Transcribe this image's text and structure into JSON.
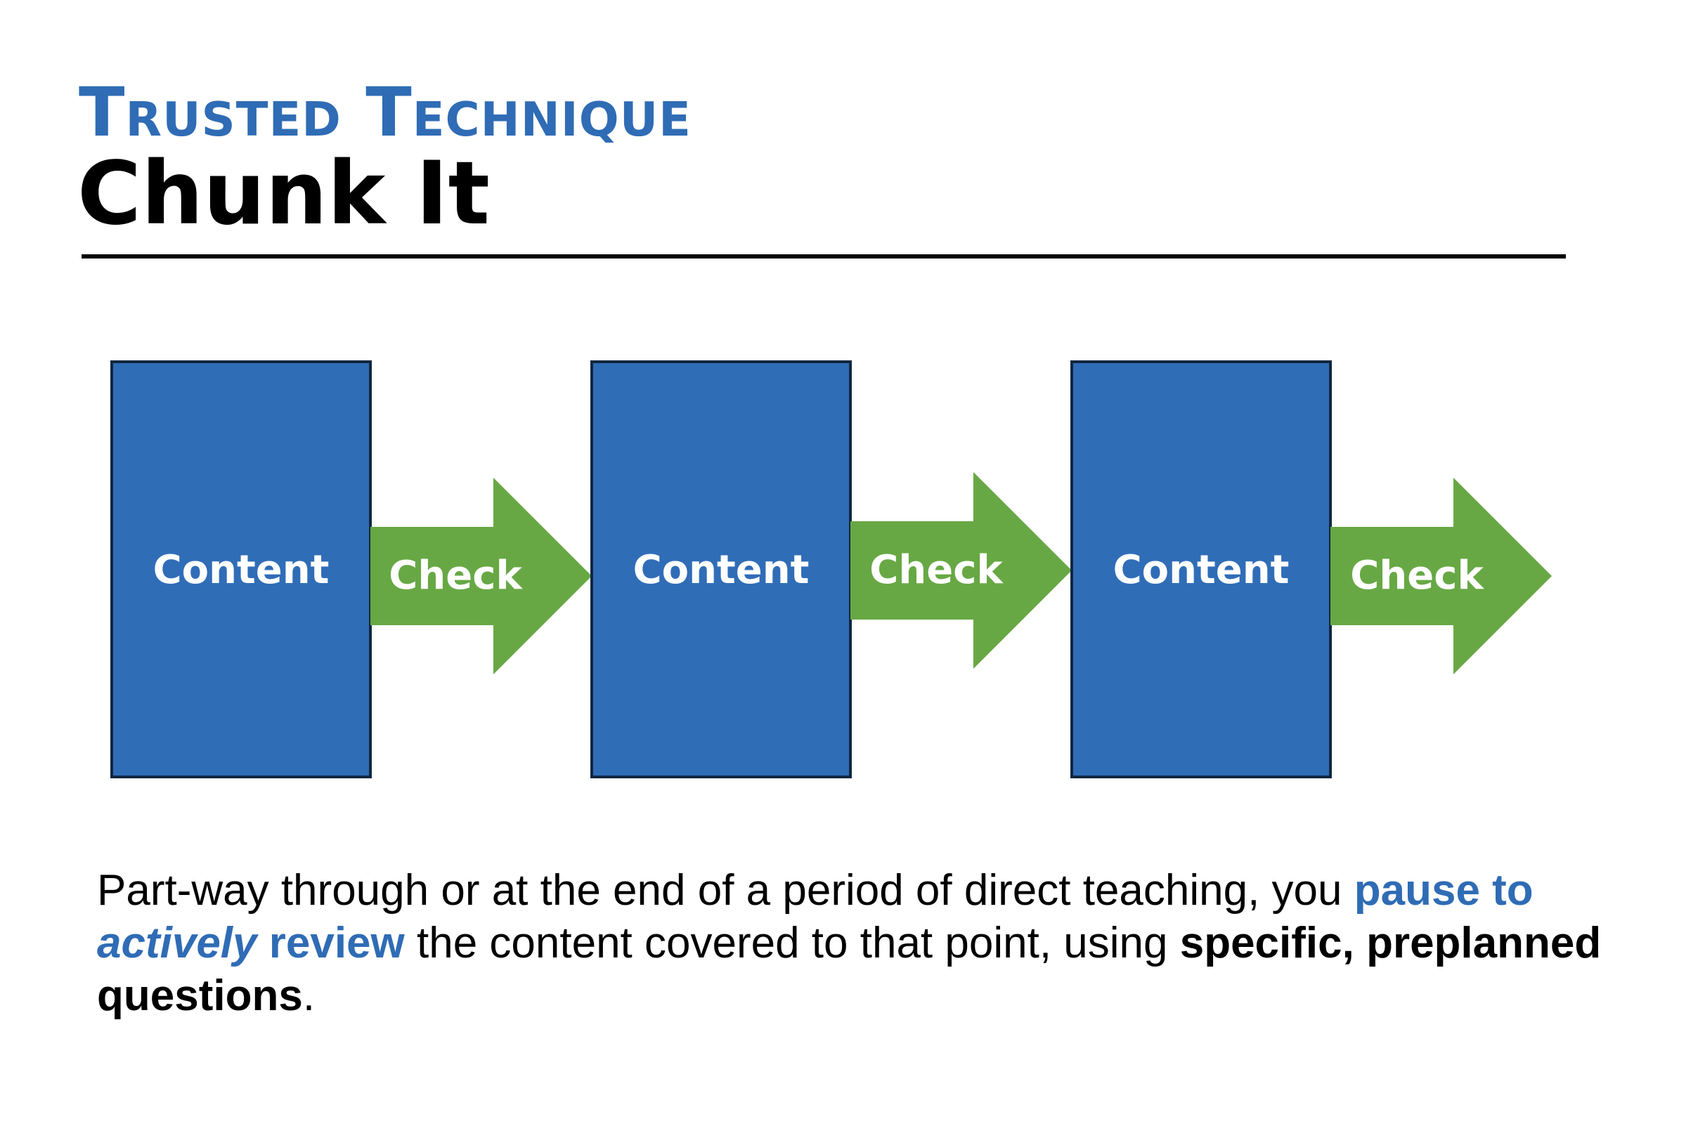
{
  "header": {
    "eyebrow": "Trusted Technique",
    "title": "Chunk It"
  },
  "diagram": {
    "steps": [
      {
        "content_label": "Content",
        "check_label": "Check"
      },
      {
        "content_label": "Content",
        "check_label": "Check"
      },
      {
        "content_label": "Content",
        "check_label": "Check"
      }
    ],
    "colors": {
      "content_fill": "#306db7",
      "content_border": "#0f2740",
      "check_fill": "#67a844"
    }
  },
  "description": {
    "part1": "Part-way through or at the end of a period of direct teaching, you ",
    "highlight1": "pause to ",
    "highlight_italic": "actively",
    "highlight2": " review",
    "part2": " the content covered to that point, using ",
    "bold": "specific, preplanned questions",
    "end": "."
  }
}
